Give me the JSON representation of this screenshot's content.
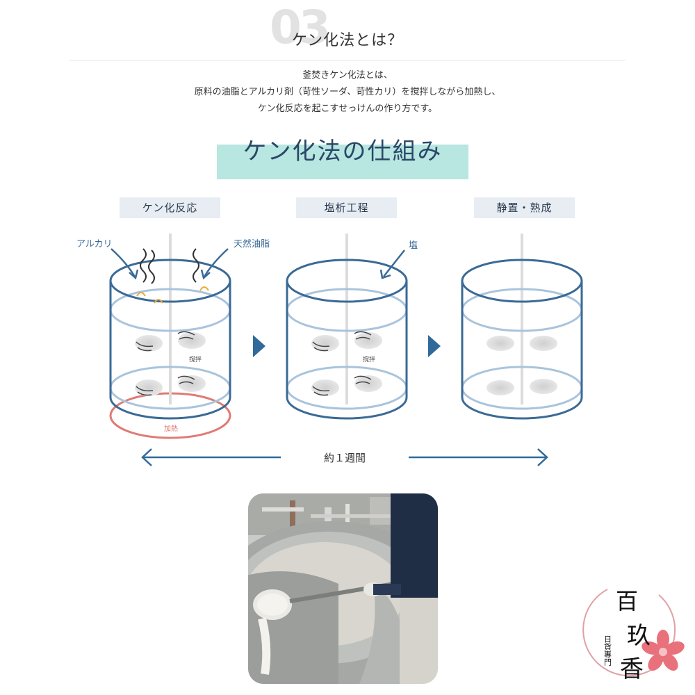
{
  "header": {
    "number": "03",
    "title": "ケン化法とは？"
  },
  "intro": {
    "line1": "釜焚きケン化法とは、",
    "line2": "原料の油脂とアルカリ剤（苛性ソーダ、苛性カリ）を撹拌しながら加熱し、",
    "line3": "ケン化反応を起こすせっけんの作り方です。"
  },
  "mechanism": {
    "title": "ケン化法の仕組み",
    "steps": [
      {
        "label": "ケン化反応"
      },
      {
        "label": "塩析工程"
      },
      {
        "label": "静置・熟成"
      }
    ],
    "labels": {
      "alkali": "アルカリ",
      "oil": "天然油脂",
      "stir1": "撹拌",
      "heat": "加熱",
      "salt": "塩",
      "stir2": "撹拌"
    },
    "duration": "約１週間"
  },
  "logo": {
    "main1": "百",
    "main2": "玖",
    "main3": "香",
    "sub": "日貨專門"
  },
  "colors": {
    "tank_stroke": "#3a6a96",
    "tank_light": "#a9c4dc",
    "heat": "#e07a74",
    "accent_band": "#b8e6e1",
    "arrow": "#2f6a9a"
  }
}
